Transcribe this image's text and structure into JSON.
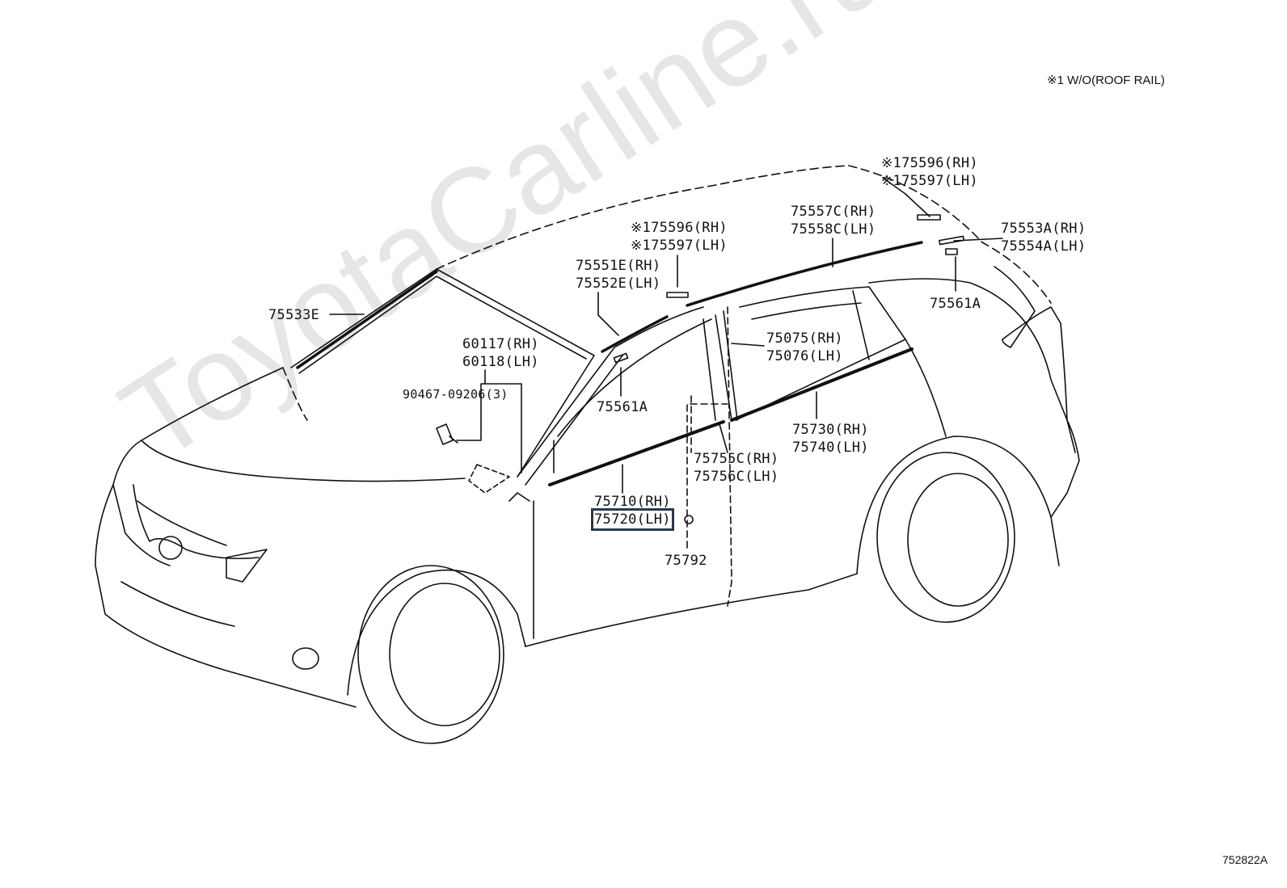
{
  "watermark": "ToyotaCarline.ru",
  "note": "※1 W/O(ROOF RAIL)",
  "figure_number": "752822A",
  "highlighted_part": "75720 (LH)",
  "callouts": {
    "c75533E": "75533E",
    "c60117": "60117(RH)",
    "c60118": "60118(LH)",
    "c90467": "90467-09206(3)",
    "c75551E": "75551E(RH)",
    "c75552E": "75552E(LH)",
    "c75596a": "※175596(RH)",
    "c75597a": "※175597(LH)",
    "c75561A_front": "75561A",
    "c75557C": "75557C(RH)",
    "c75558C": "75558C(LH)",
    "c75596b": "※175596(RH)",
    "c75597b": "※175597(LH)",
    "c75553A": "75553A(RH)",
    "c75554A": "75554A(LH)",
    "c75561A_rear": "75561A",
    "c75075": "75075(RH)",
    "c75076": "75076(LH)",
    "c75730": "75730(RH)",
    "c75740": "75740(LH)",
    "c75755C": "75755C(RH)",
    "c75756C": "75756C(LH)",
    "c75710": "75710(RH)",
    "c75720": "75720(LH)",
    "c75792": "75792"
  },
  "colors": {
    "line": "#111111",
    "highlight": "#2b3a4a",
    "watermark": "#e6e6e6"
  }
}
